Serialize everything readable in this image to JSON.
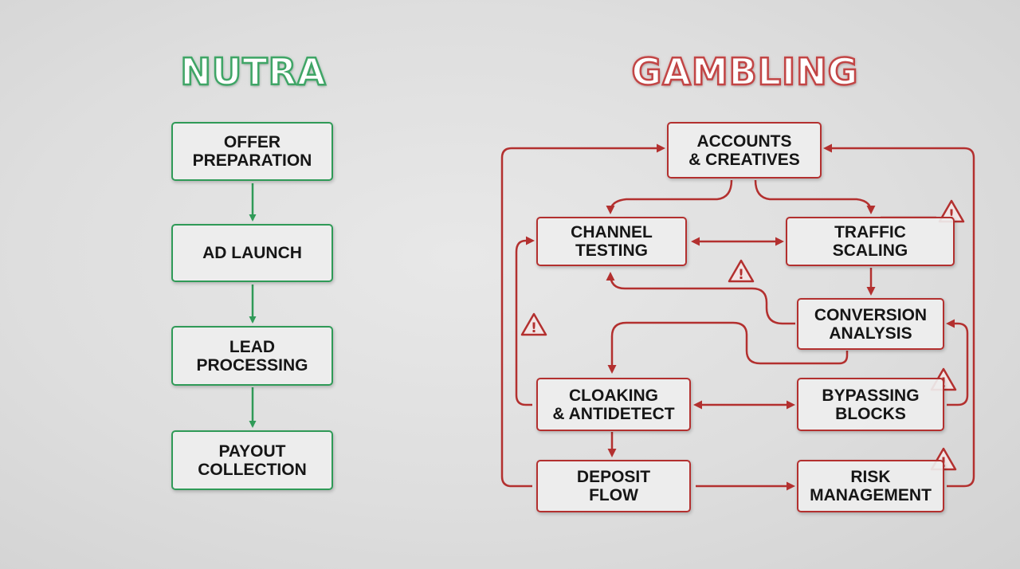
{
  "nutra": {
    "title": "NUTRA",
    "steps": [
      "OFFER\nPREPARATION",
      "AD LAUNCH",
      "LEAD\nPROCESSING",
      "PAYOUT\nCOLLECTION"
    ]
  },
  "gambling": {
    "title": "GAMBLING",
    "nodes": {
      "accounts": "ACCOUNTS\n& CREATIVES",
      "channel": "CHANNEL\nTESTING",
      "traffic": "TRAFFIC\nSCALING",
      "conversion": "CONVERSION\nANALYSIS",
      "cloaking": "CLOAKING\n& ANTIDETECT",
      "bypassing": "BYPASSING\nBLOCKS",
      "deposit": "DEPOSIT\nFLOW",
      "risk": "RISK\nMANAGEMENT"
    },
    "warning_glyph": "!"
  },
  "colors": {
    "green": "#2f9a57",
    "red": "#b3302f"
  }
}
